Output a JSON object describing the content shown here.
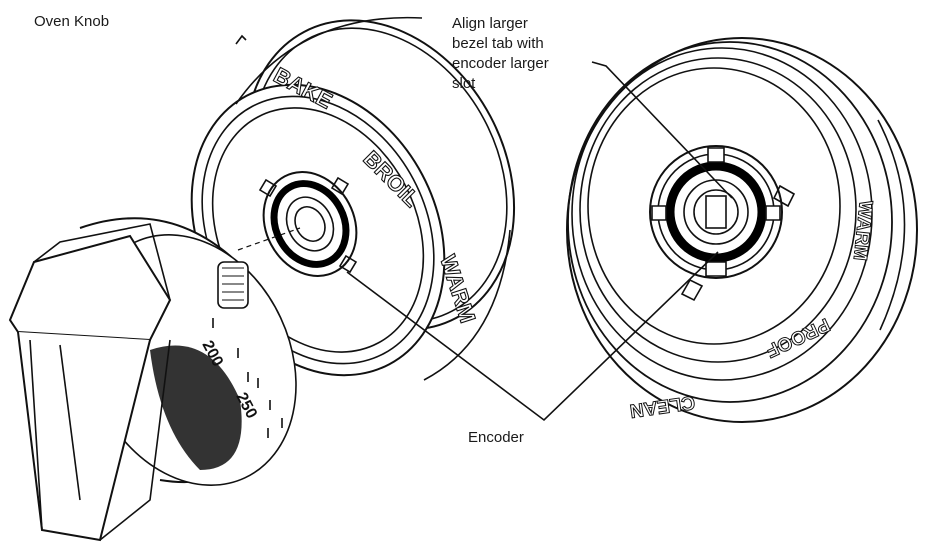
{
  "diagram": {
    "title": "Oven Knob",
    "callouts": {
      "align_lines": [
        "Align larger",
        "bezel tab with",
        "encoder larger",
        "slot"
      ],
      "encoder": "Encoder"
    },
    "bezel_markings": [
      "BAKE",
      "BROIL",
      "WARM"
    ],
    "rear_bezel_markings": [
      "WARM",
      "PROOF",
      "CLEAN"
    ],
    "dial_markings": [
      "200",
      "250"
    ]
  }
}
